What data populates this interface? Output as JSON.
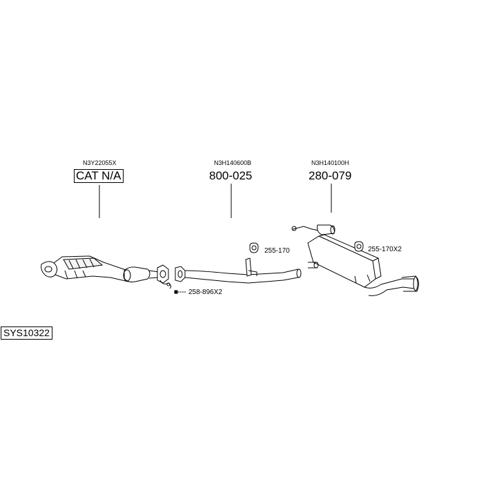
{
  "system_code": "SYS10322",
  "groups": [
    {
      "oem": "N3Y22055X",
      "part": "CAT N/A"
    },
    {
      "oem": "N3H140600B",
      "part": "800-025"
    },
    {
      "oem": "N3H140100H",
      "part": "280-079"
    }
  ],
  "accessories": {
    "bolt": "258-896X2",
    "hanger_mid": "255-170",
    "hanger_rear": "255-170X2"
  }
}
